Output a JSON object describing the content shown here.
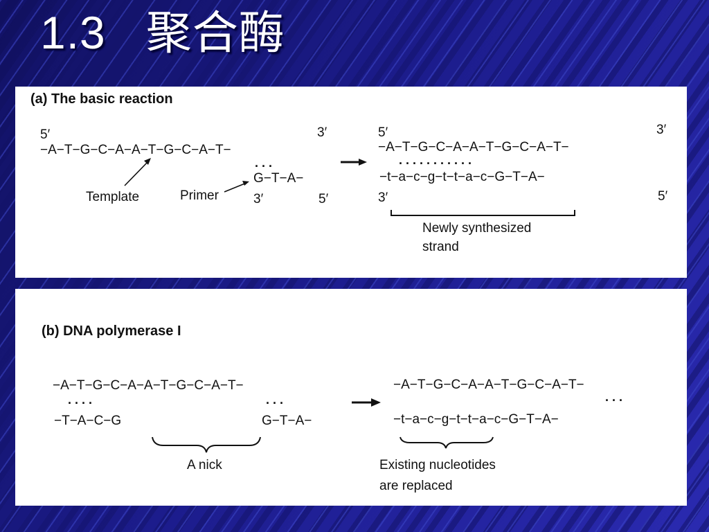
{
  "title": "1.3   聚合酶",
  "panel_a": {
    "heading": "(a)  The  basic reaction",
    "left": {
      "label_5prime": "5′",
      "label_3prime": "3′",
      "top_strand": "−A−T−G−C−A−A−T−G−C−A−T−",
      "hbonds": ".  .  .",
      "primer_strand": "G−T−A−",
      "primer_3prime": "3′",
      "primer_5prime": "5′",
      "template_label": "Template",
      "primer_label": "Primer"
    },
    "right": {
      "label_5prime": "5′",
      "label_3prime_top": "3′",
      "top_strand": "−A−T−G−C−A−A−T−G−C−A−T−",
      "hbonds": ".   .   .   .   .   .   .   .   .   .   .",
      "bottom_strand": "−t−a−c−g−t−t−a−c−G−T−A−",
      "label_3prime_bottom": "3′",
      "label_5prime_bottom": "5′",
      "new_strand_label_line1": "Newly synthesized",
      "new_strand_label_line2": "strand"
    }
  },
  "panel_b": {
    "heading": "(b)  DNA polymerase I",
    "left": {
      "top_strand": "−A−T−G−C−A−A−T−G−C−A−T−",
      "hbonds_left": ".   .   .   .",
      "hbonds_right": ".   .   .",
      "bottom_strand_left": "−T−A−C−G",
      "bottom_strand_right": "G−T−A−",
      "nick_label": "A nick"
    },
    "right": {
      "top_strand": "−A−T−G−C−A−A−T−G−C−A−T−",
      "hbonds": ".   .   .",
      "bottom_strand": "−t−a−c−g−t−t−a−c−G−T−A−",
      "replaced_label_line1": "Existing nucleotides",
      "replaced_label_line2": "are replaced"
    }
  }
}
